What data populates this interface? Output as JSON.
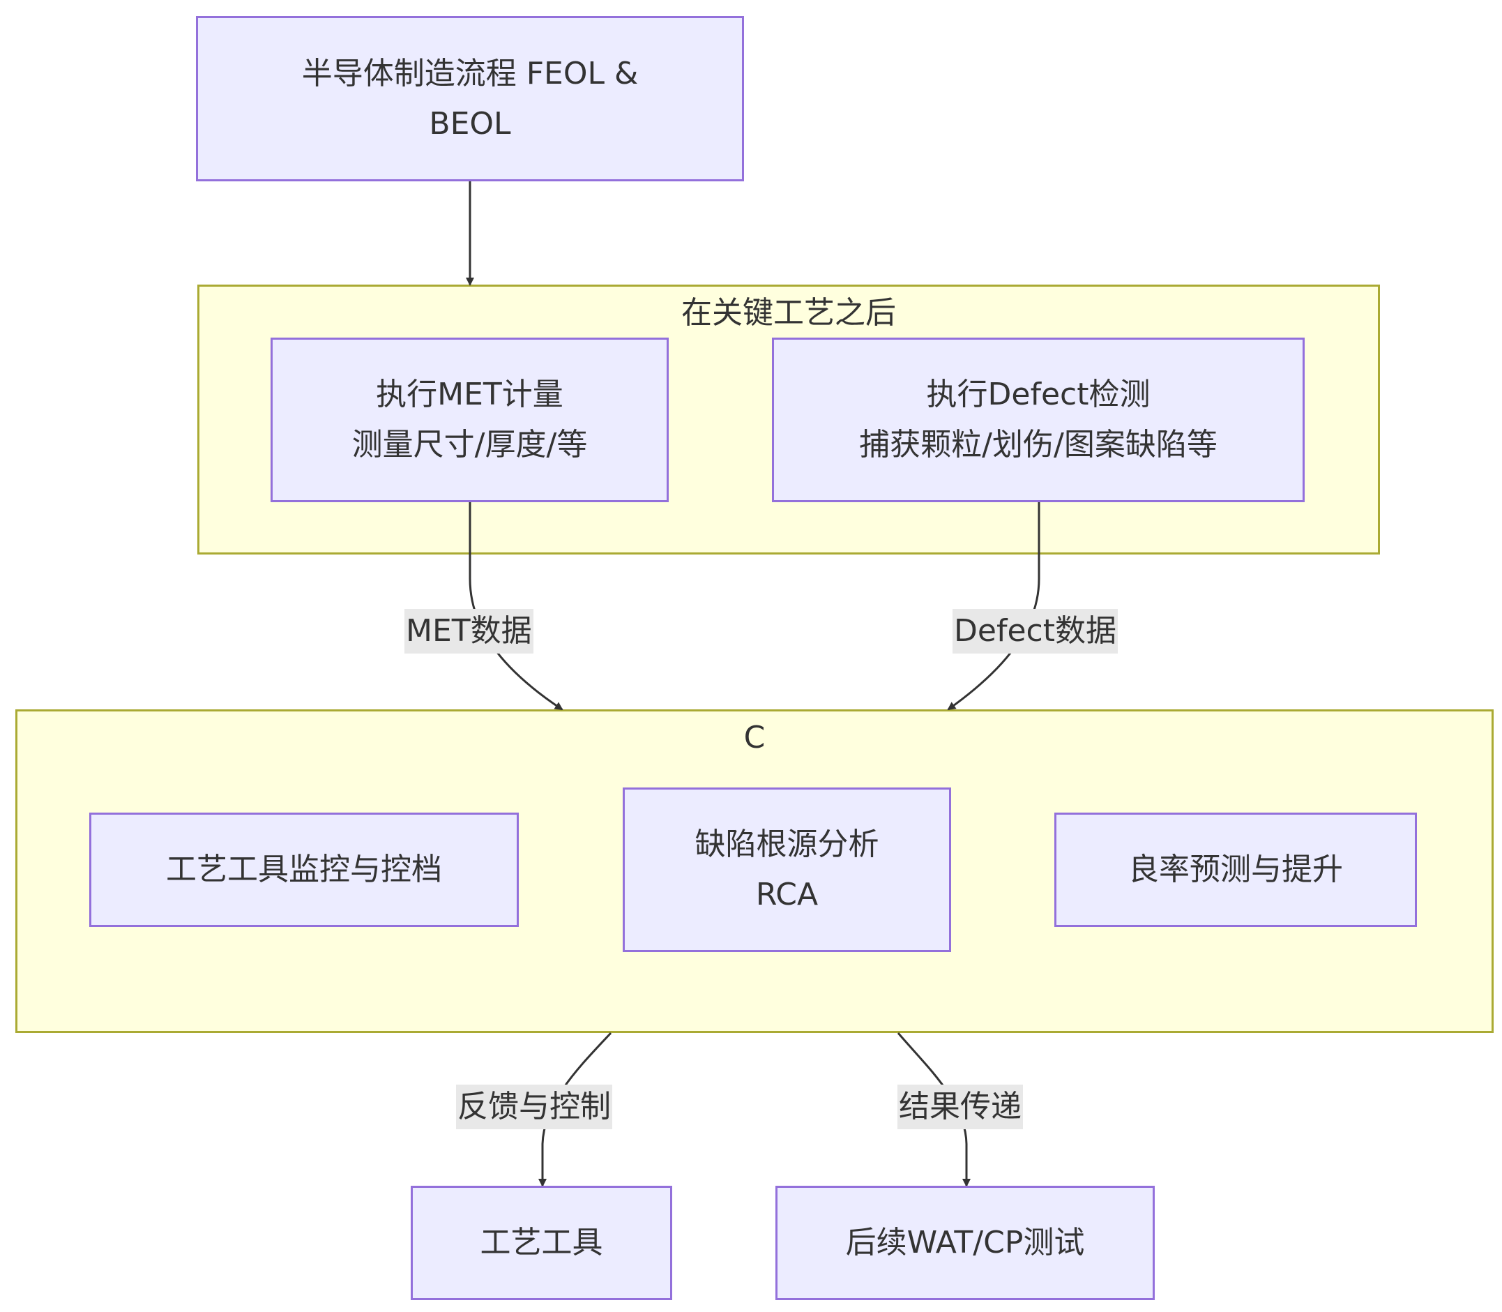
{
  "nodes": {
    "process": "半导体制造流程 FEOL &\nBEOL",
    "met": "执行MET计量\n测量尺寸/厚度/等",
    "defect": "执行Defect检测\n捕获颗粒/划伤/图案缺陷等",
    "monitor": "工艺工具监控与控档",
    "rca": "缺陷根源分析\nRCA",
    "yield": "良率预测与提升",
    "tool": "工艺工具",
    "wat": "后续WAT/CP测试"
  },
  "clusters": {
    "inspection": "在关键工艺之后",
    "analysis": "C"
  },
  "edges": {
    "met_data": "MET数据",
    "defect_data": "Defect数据",
    "feedback": "反馈与控制",
    "result": "结果传递"
  },
  "colors": {
    "node_fill": "#ececff",
    "node_border": "#9370db",
    "cluster_fill": "#ffffde",
    "cluster_border": "#aaaa33",
    "edge": "#333333",
    "label_bg": "#e8e8e8"
  }
}
